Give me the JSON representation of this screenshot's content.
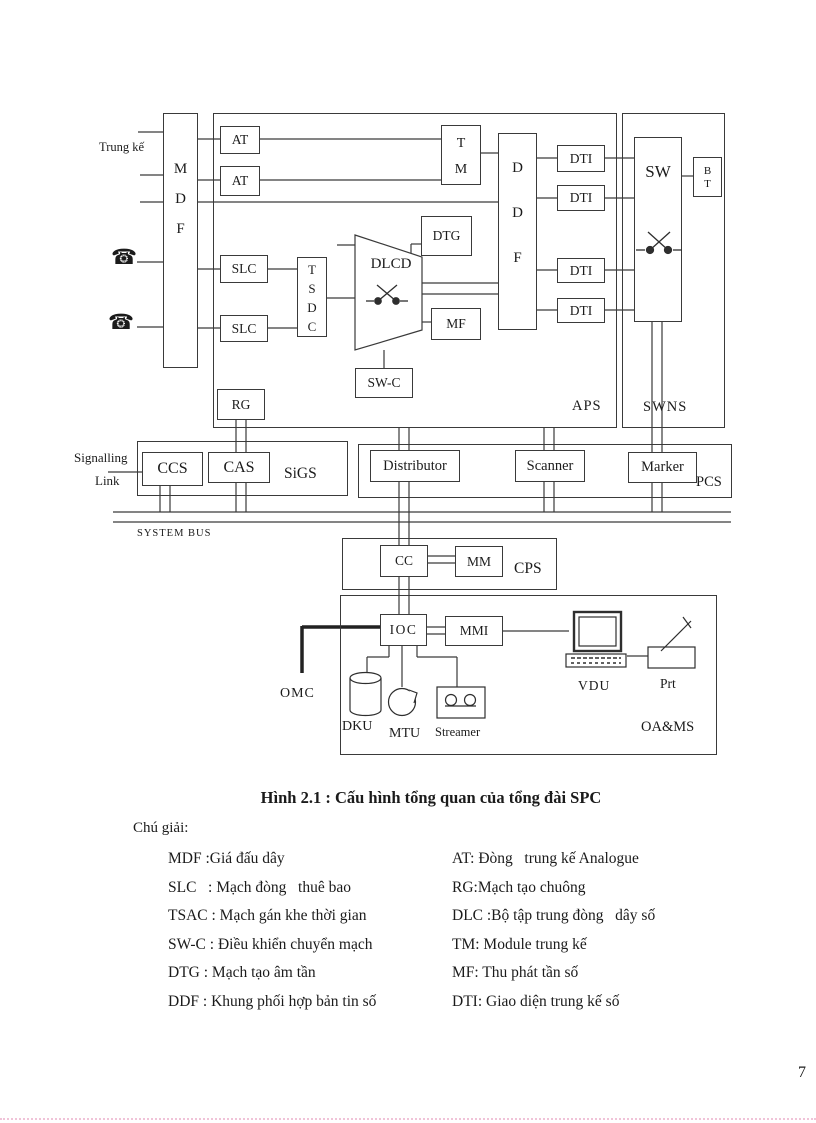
{
  "page_number": "7",
  "caption": "Hình 2.1 : Cấu hình tổng quan của tổng đài SPC",
  "labels": {
    "trung_ke": "Trung kế",
    "aps": "APS",
    "swns": "SWNS",
    "signalling": "Signalling",
    "link": "Link",
    "sigs": "SiGS",
    "pcs": "PCS",
    "system_bus": "SYSTEM BUS",
    "cps": "CPS",
    "oams": "OA&MS",
    "omc": "OMC",
    "vdu": "VDU",
    "prt": "Prt",
    "dku": "DKU",
    "mtu": "MTU",
    "streamer": "Streamer"
  },
  "blocks": {
    "mdf": "M D F",
    "at": "AT",
    "tm": "T M",
    "ddf": "D D F",
    "dtg": "DTG",
    "mf": "MF",
    "slc": "SLC",
    "tsdc": "T S D C",
    "dlcd": "DLCD",
    "swc": "SW-C",
    "rg": "RG",
    "dti": "DTI",
    "sw": "SW",
    "bt": "B T",
    "ccs": "CCS",
    "cas": "CAS",
    "distributor": "Distributor",
    "scanner": "Scanner",
    "marker": "Marker",
    "cc": "CC",
    "mm": "MM",
    "ioc": "IOC",
    "mmi": "MMI"
  },
  "icons": {
    "phone": "☎"
  },
  "legend": {
    "heading": "Chú giải:",
    "left": [
      "MDF :Giá đấu dây",
      "SLC   : Mạch đòng   thuê bao",
      "TSAC : Mạch gán khe thời gian",
      "SW-C : Điều khiển chuyển mạch",
      "DTG : Mạch tạo âm tần",
      "DDF : Khung phối hợp bản tin số"
    ],
    "right": [
      "AT: Đòng   trung kế Analogue",
      "RG:Mạch tạo chuông",
      "DLC :Bộ tập trung đòng   dây số",
      "TM: Module trung kế",
      "MF: Thu phát tần số",
      "DTI: Giao diện trung kế số"
    ]
  }
}
